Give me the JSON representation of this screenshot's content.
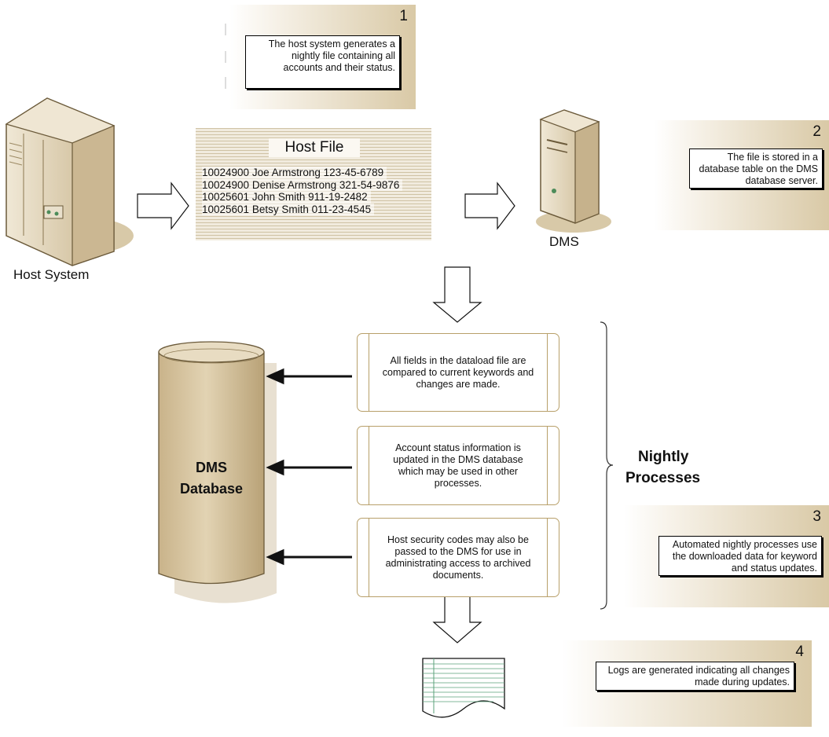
{
  "callouts": [
    {
      "number": "1",
      "text": "The host system generates a nightly file containing all accounts and their status."
    },
    {
      "number": "2",
      "text": "The file is stored in a database table on the DMS database server."
    },
    {
      "number": "3",
      "text": "Automated nightly processes use the downloaded data for keyword and status updates."
    },
    {
      "number": "4",
      "text": "Logs are generated indicating all changes made during updates."
    }
  ],
  "host_system_label": "Host System",
  "dms_label": "DMS",
  "host_file": {
    "title": "Host File",
    "rows": [
      "10024900  Joe Armstrong   123-45-6789",
      "10024900  Denise Armstrong   321-54-9876",
      "10025601  John Smith   911-19-2482",
      "10025601  Betsy Smith   011-23-4545"
    ]
  },
  "database_label": [
    "DMS",
    "Database"
  ],
  "processes": [
    "All fields in the dataload file are compared to current keywords and changes are made.",
    "Account status information is updated in the DMS database which may be used in other processes.",
    "Host security codes may also be passed to the DMS for use in administrating access to archived documents."
  ],
  "nightly_label": [
    "Nightly",
    "Processes"
  ],
  "colors": {
    "accent": "#d9c9a6",
    "cylinder": "#d9c6a0",
    "box_border": "#b8a06a"
  }
}
